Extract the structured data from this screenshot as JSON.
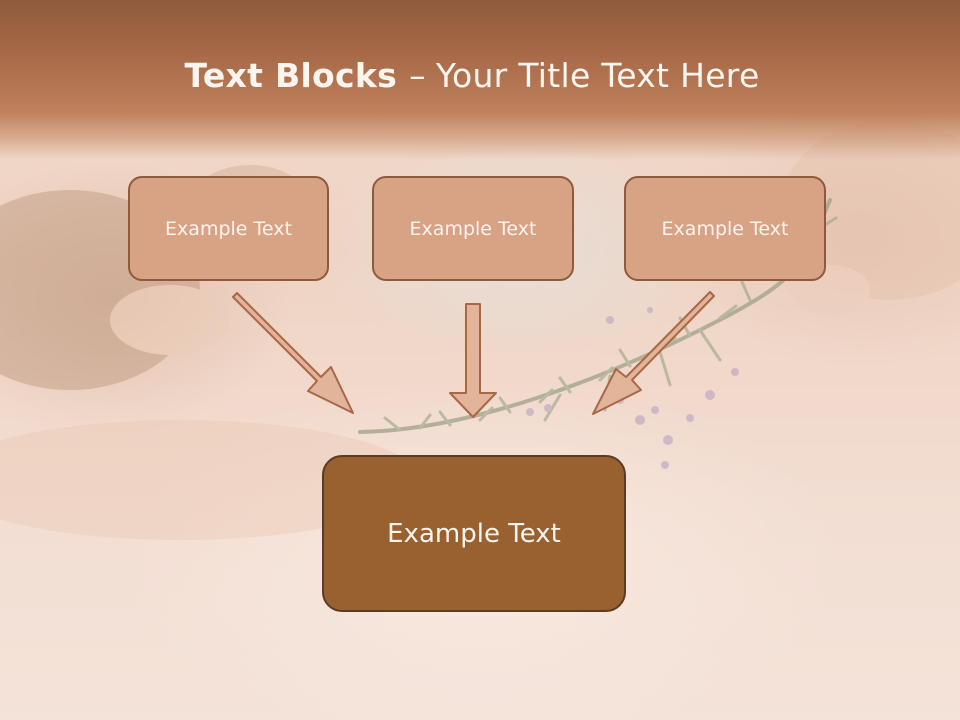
{
  "slide": {
    "title_bold": "Text Blocks",
    "title_separator": "–",
    "title_rest": "Your Title Text Here"
  },
  "boxes": [
    {
      "label": "Example Text"
    },
    {
      "label": "Example Text"
    },
    {
      "label": "Example Text"
    }
  ],
  "main_box": {
    "label": "Example Text"
  },
  "colors": {
    "header": "#a86a48",
    "box_fill": "#d8a385",
    "box_border": "#8e5a3d",
    "main_fill": "#996130",
    "main_border": "#5a3b25",
    "arrow_fill": "#e2b49a",
    "arrow_stroke": "#a86848"
  },
  "icons": [
    "rosemary-sprig-image",
    "oil-bowl-image"
  ]
}
